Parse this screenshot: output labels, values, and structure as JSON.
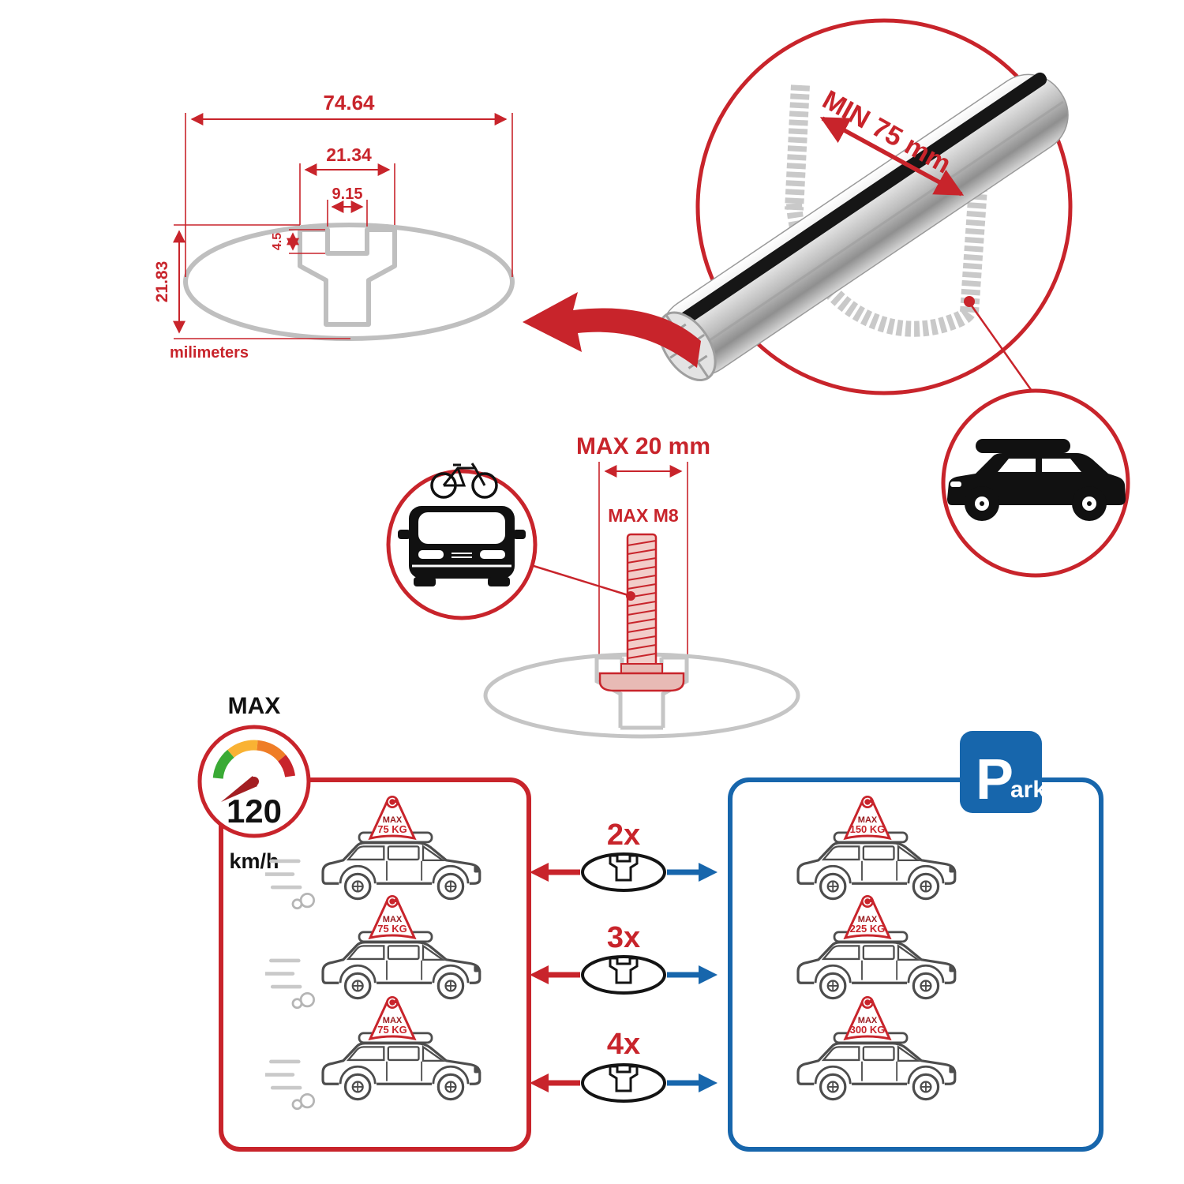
{
  "colors": {
    "red": "#C8242B",
    "blue": "#1766AC",
    "gray_profile": "#BFBFBF",
    "ink": "#111111"
  },
  "cross_section": {
    "dim_total_width": "74.64",
    "dim_channel_width": "21.34",
    "dim_slot_width": "9.15",
    "dim_slot_depth": "4.5",
    "dim_height": "21.83",
    "units_label": "milimeters"
  },
  "bar_detail": {
    "min_span": "MIN 75 mm"
  },
  "bolt": {
    "max_width": "MAX 20 mm",
    "max_thread": "MAX M8"
  },
  "speed": {
    "label": "MAX",
    "value": "120",
    "units": "km/h"
  },
  "parking_sign": {
    "letter": "P",
    "suffix": "ark"
  },
  "multipliers": [
    "2x",
    "3x",
    "4x"
  ],
  "left_loads": [
    {
      "label": "MAX",
      "value": "75 KG"
    },
    {
      "label": "MAX",
      "value": "75 KG"
    },
    {
      "label": "MAX",
      "value": "75 KG"
    }
  ],
  "right_loads": [
    {
      "label": "MAX",
      "value": "150 KG"
    },
    {
      "label": "MAX",
      "value": "225 KG"
    },
    {
      "label": "MAX",
      "value": "300 KG"
    }
  ]
}
